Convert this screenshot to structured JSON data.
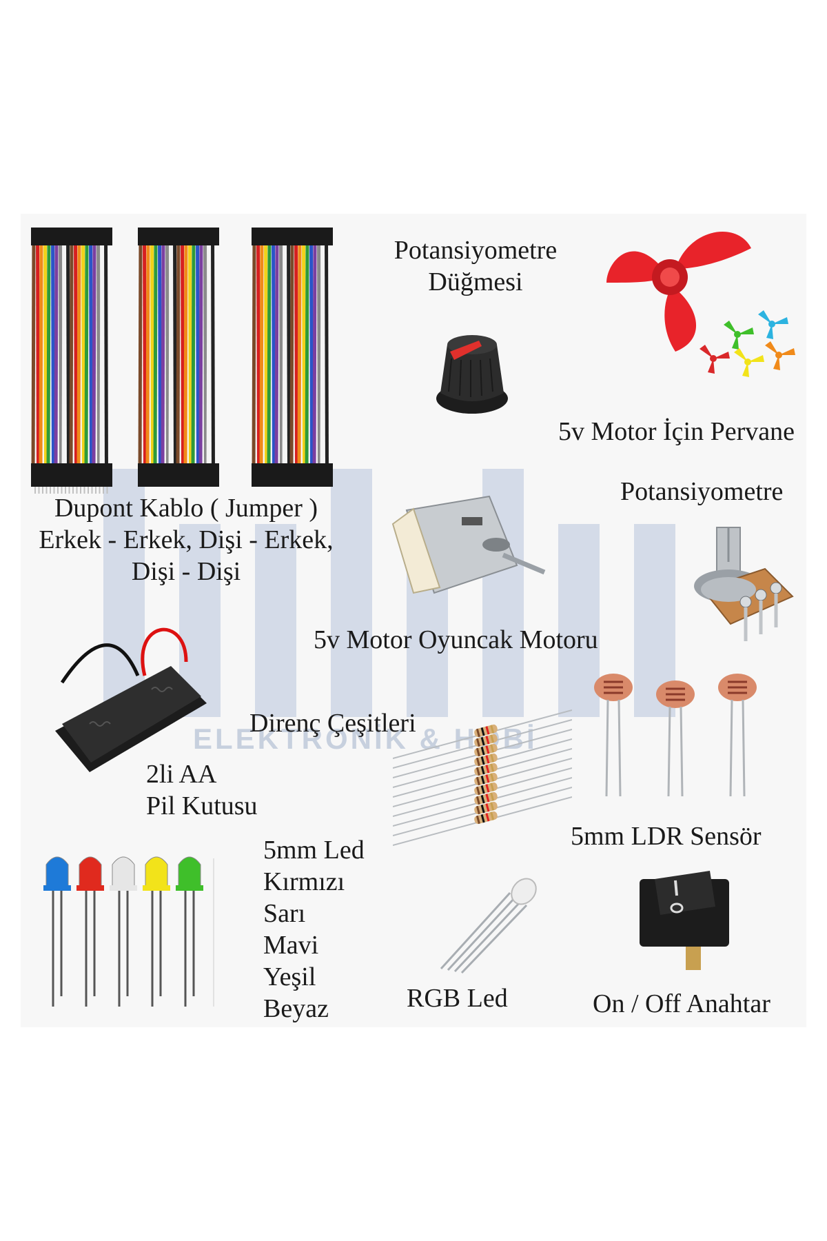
{
  "products": {
    "dupont": {
      "line1": "Dupont Kablo ( Jumper )",
      "line2": "Erkek - Erkek, Dişi - Erkek,",
      "line3": "Dişi - Dişi"
    },
    "pot_knob": {
      "line1": "Potansiyometre",
      "line2": "Düğmesi"
    },
    "propeller": {
      "label": "5v Motor İçin Pervane"
    },
    "potentiometer": {
      "label": "Potansiyometre"
    },
    "motor": {
      "label": "5v Motor Oyuncak Motoru"
    },
    "battery": {
      "line1": "2li AA",
      "line2": "Pil Kutusu"
    },
    "resistors": {
      "label": "Direnç Çeşitleri"
    },
    "ldr": {
      "label": "5mm LDR Sensör"
    },
    "led": {
      "lines": [
        "5mm Led",
        "Kırmızı",
        "Sarı",
        "Mavi",
        "Yeşil",
        "Beyaz"
      ]
    },
    "rgb_led": {
      "label": "RGB Led"
    },
    "switch": {
      "label": "On / Off Anahtar"
    }
  },
  "watermark": {
    "subtitle": "ELEKTRONİK & HOBİ"
  },
  "colors": {
    "wire_colors": [
      "#7a4a2a",
      "#d62020",
      "#f08a1a",
      "#f2d21a",
      "#2e9a3a",
      "#2a55c8",
      "#7b3fa0",
      "#8a8a8a",
      "#f4f4f4",
      "#222222"
    ],
    "propeller": "#e8232a",
    "led_colors": [
      "#1e7ad8",
      "#e02a1e",
      "#e6e6e6",
      "#f2e31a",
      "#3fbf2a"
    ],
    "watermark": "#5a7fb8"
  }
}
